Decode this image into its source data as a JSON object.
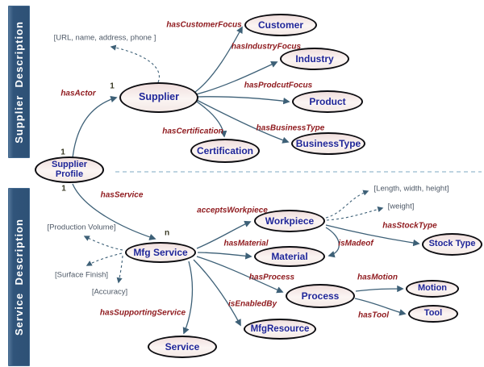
{
  "banners": {
    "supplier": "Supplier  Description",
    "service": "Service  Description"
  },
  "nodes": {
    "supplier": "Supplier",
    "customer": "Customer",
    "industry": "Industry",
    "product": "Product",
    "business_type": "BusinessType",
    "certification": "Certification",
    "supplier_profile": "Supplier Profile",
    "mfg_service": "Mfg Service",
    "workpiece": "Workpiece",
    "material": "Material",
    "stock_type": "Stock Type",
    "process": "Process",
    "motion": "Motion",
    "tool": "Tool",
    "mfg_resource": "MfgResource",
    "service": "Service"
  },
  "edge_labels": {
    "has_actor": "hasActor",
    "has_customer_focus": "hasCustomerFocus",
    "has_industry_focus": "hasIndustryFocus",
    "has_prodcut_focus": "hasProdcutFocus",
    "has_business_type": "hasBusinessType",
    "has_certification": "hasCertification",
    "has_service": "hasService",
    "accepts_workpiece": "acceptsWorkpiece",
    "has_material": "hasMaterial",
    "is_madeof": "isMadeof",
    "has_stock_type": "hasStockType",
    "has_process": "hasProcess",
    "has_motion": "hasMotion",
    "has_tool": "hasTool",
    "is_enabled_by": "isEnabledBy",
    "has_supporting_service": "hasSupportingService"
  },
  "annotations": {
    "supplier_attributes": "[URL, name, address, phone ]",
    "production_volume": "[Production Volume]",
    "surface_finish": "[Surface Finish]",
    "accuracy": "[Accuracy]",
    "workpiece_dimensions": "[Length, width, height]",
    "weight": "[weight]"
  },
  "cardinalities": {
    "supplier_end": "1",
    "profile_top": "1",
    "profile_bottom": "1",
    "mfg_service_end": "n"
  },
  "colors": {
    "banner_blue": "#2e5176",
    "node_text_navy": "#1f2699",
    "edge_label_maroon": "#8f1a1e",
    "edge_stroke": "#3d6077",
    "annotation_gray": "#4d5866",
    "node_fill_pink": "#f0dfde"
  }
}
